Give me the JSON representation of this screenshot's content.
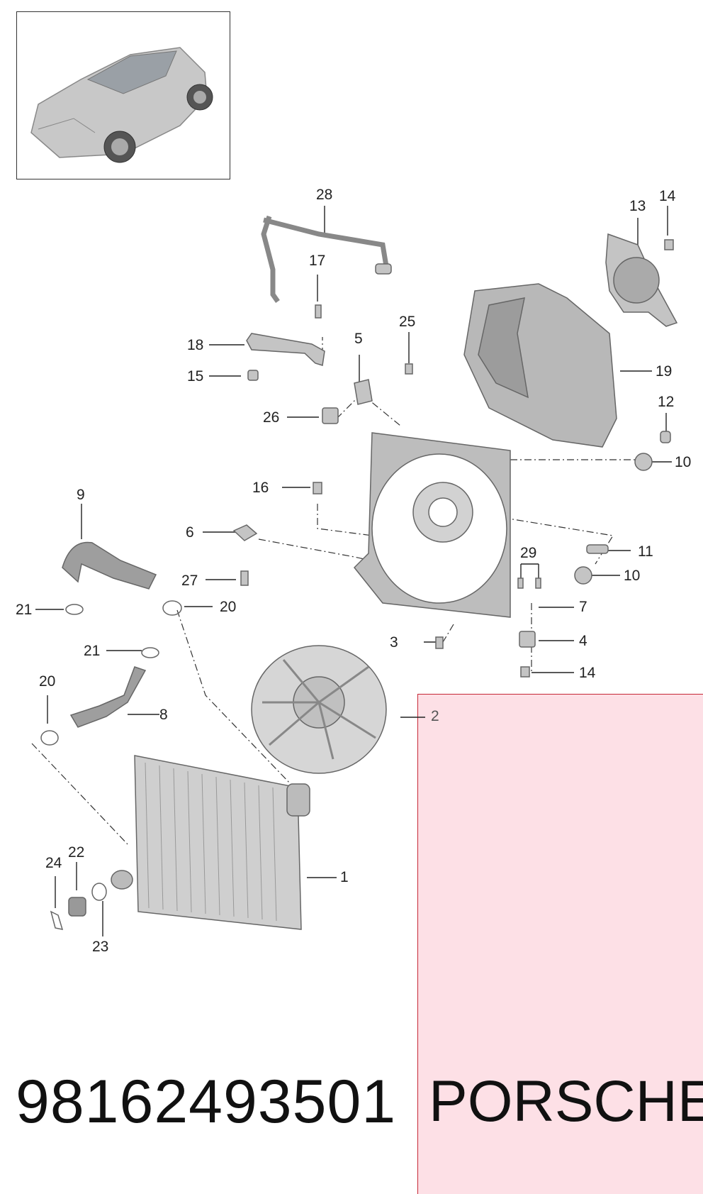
{
  "callouts": [
    "1",
    "2",
    "3",
    "4",
    "5",
    "6",
    "7",
    "8",
    "9",
    "10",
    "10",
    "11",
    "12",
    "13",
    "14",
    "14",
    "15",
    "16",
    "17",
    "18",
    "19",
    "20",
    "20",
    "21",
    "21",
    "22",
    "23",
    "24",
    "25",
    "26",
    "27",
    "28",
    "29"
  ],
  "part_number": "98162493501",
  "brand": "PORSCHE",
  "colors": {
    "highlight_fill": "#fde0e6",
    "highlight_border": "#c62836",
    "part_gray": "#bdbdbd"
  }
}
